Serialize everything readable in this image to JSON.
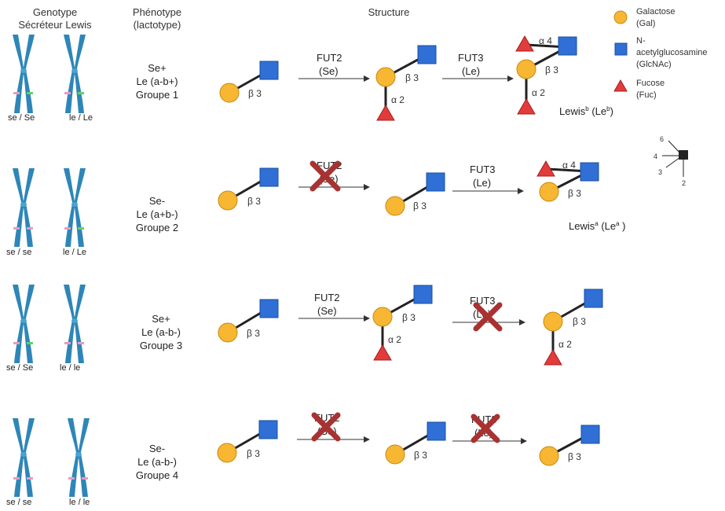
{
  "headers": {
    "genotype": "Genotype",
    "secreteur_lewis": "Sécréteur Lewis",
    "phenotype": "Phénotype",
    "lactotype": "(lactotype)",
    "structure": "Structure"
  },
  "rows": [
    {
      "geno_left": "se / Se",
      "geno_right": "le / Le",
      "pheno": [
        "Se+",
        "Le (a-b+)",
        "Groupe 1"
      ]
    },
    {
      "geno_left": "se / se",
      "geno_right": "le / Le",
      "pheno": [
        "Se-",
        "Le (a+b-)",
        "Groupe 2"
      ]
    },
    {
      "geno_left": "se / Se",
      "geno_right": "le / le",
      "pheno": [
        "Se+",
        "Le (a-b-)",
        "Groupe 3"
      ]
    },
    {
      "geno_left": "se / se",
      "geno_right": "le / le",
      "pheno": [
        "Se-",
        "Le (a-b-)",
        "Groupe 4"
      ]
    }
  ],
  "enzymes": {
    "fut2": "FUT2",
    "fut2_gene": "(Se)",
    "fut3": "FUT3",
    "fut3_gene": "(Le)"
  },
  "linkages": {
    "beta3": "β 3",
    "alpha2": "α 2",
    "alpha4": "α 4"
  },
  "products": {
    "lewis_b_base": "Lewis",
    "lewis_b_sup": "b",
    "lewis_b_paren_open": " (Le",
    "lewis_b_paren_sup": "b",
    "lewis_b_paren_close": ")",
    "lewis_a_base": "Lewis",
    "lewis_a_sup": "a",
    "lewis_a_paren_open": " (Le",
    "lewis_a_paren_sup": "a",
    "lewis_a_paren_close": " )"
  },
  "legend": {
    "galactose": "Galactose",
    "galactose_abbr": "(Gal)",
    "glcnac_1": "N-",
    "glcnac_2": "acetylglucosamine",
    "glcnac_abbr": "(GlcNAc)",
    "fucose": "Fucose",
    "fucose_abbr": "(Fuc)"
  },
  "linkage_key": {
    "p6": "6",
    "p4": "4",
    "p3": "3",
    "p2": "2"
  },
  "colors": {
    "galactose": "#F7B733",
    "glcnac": "#2F6FD6",
    "fucose": "#E23B3B",
    "chromosome": "#2E86B8",
    "cross": "#A83232",
    "band_pink": "#E89AC4",
    "band_green": "#5FD35F"
  }
}
